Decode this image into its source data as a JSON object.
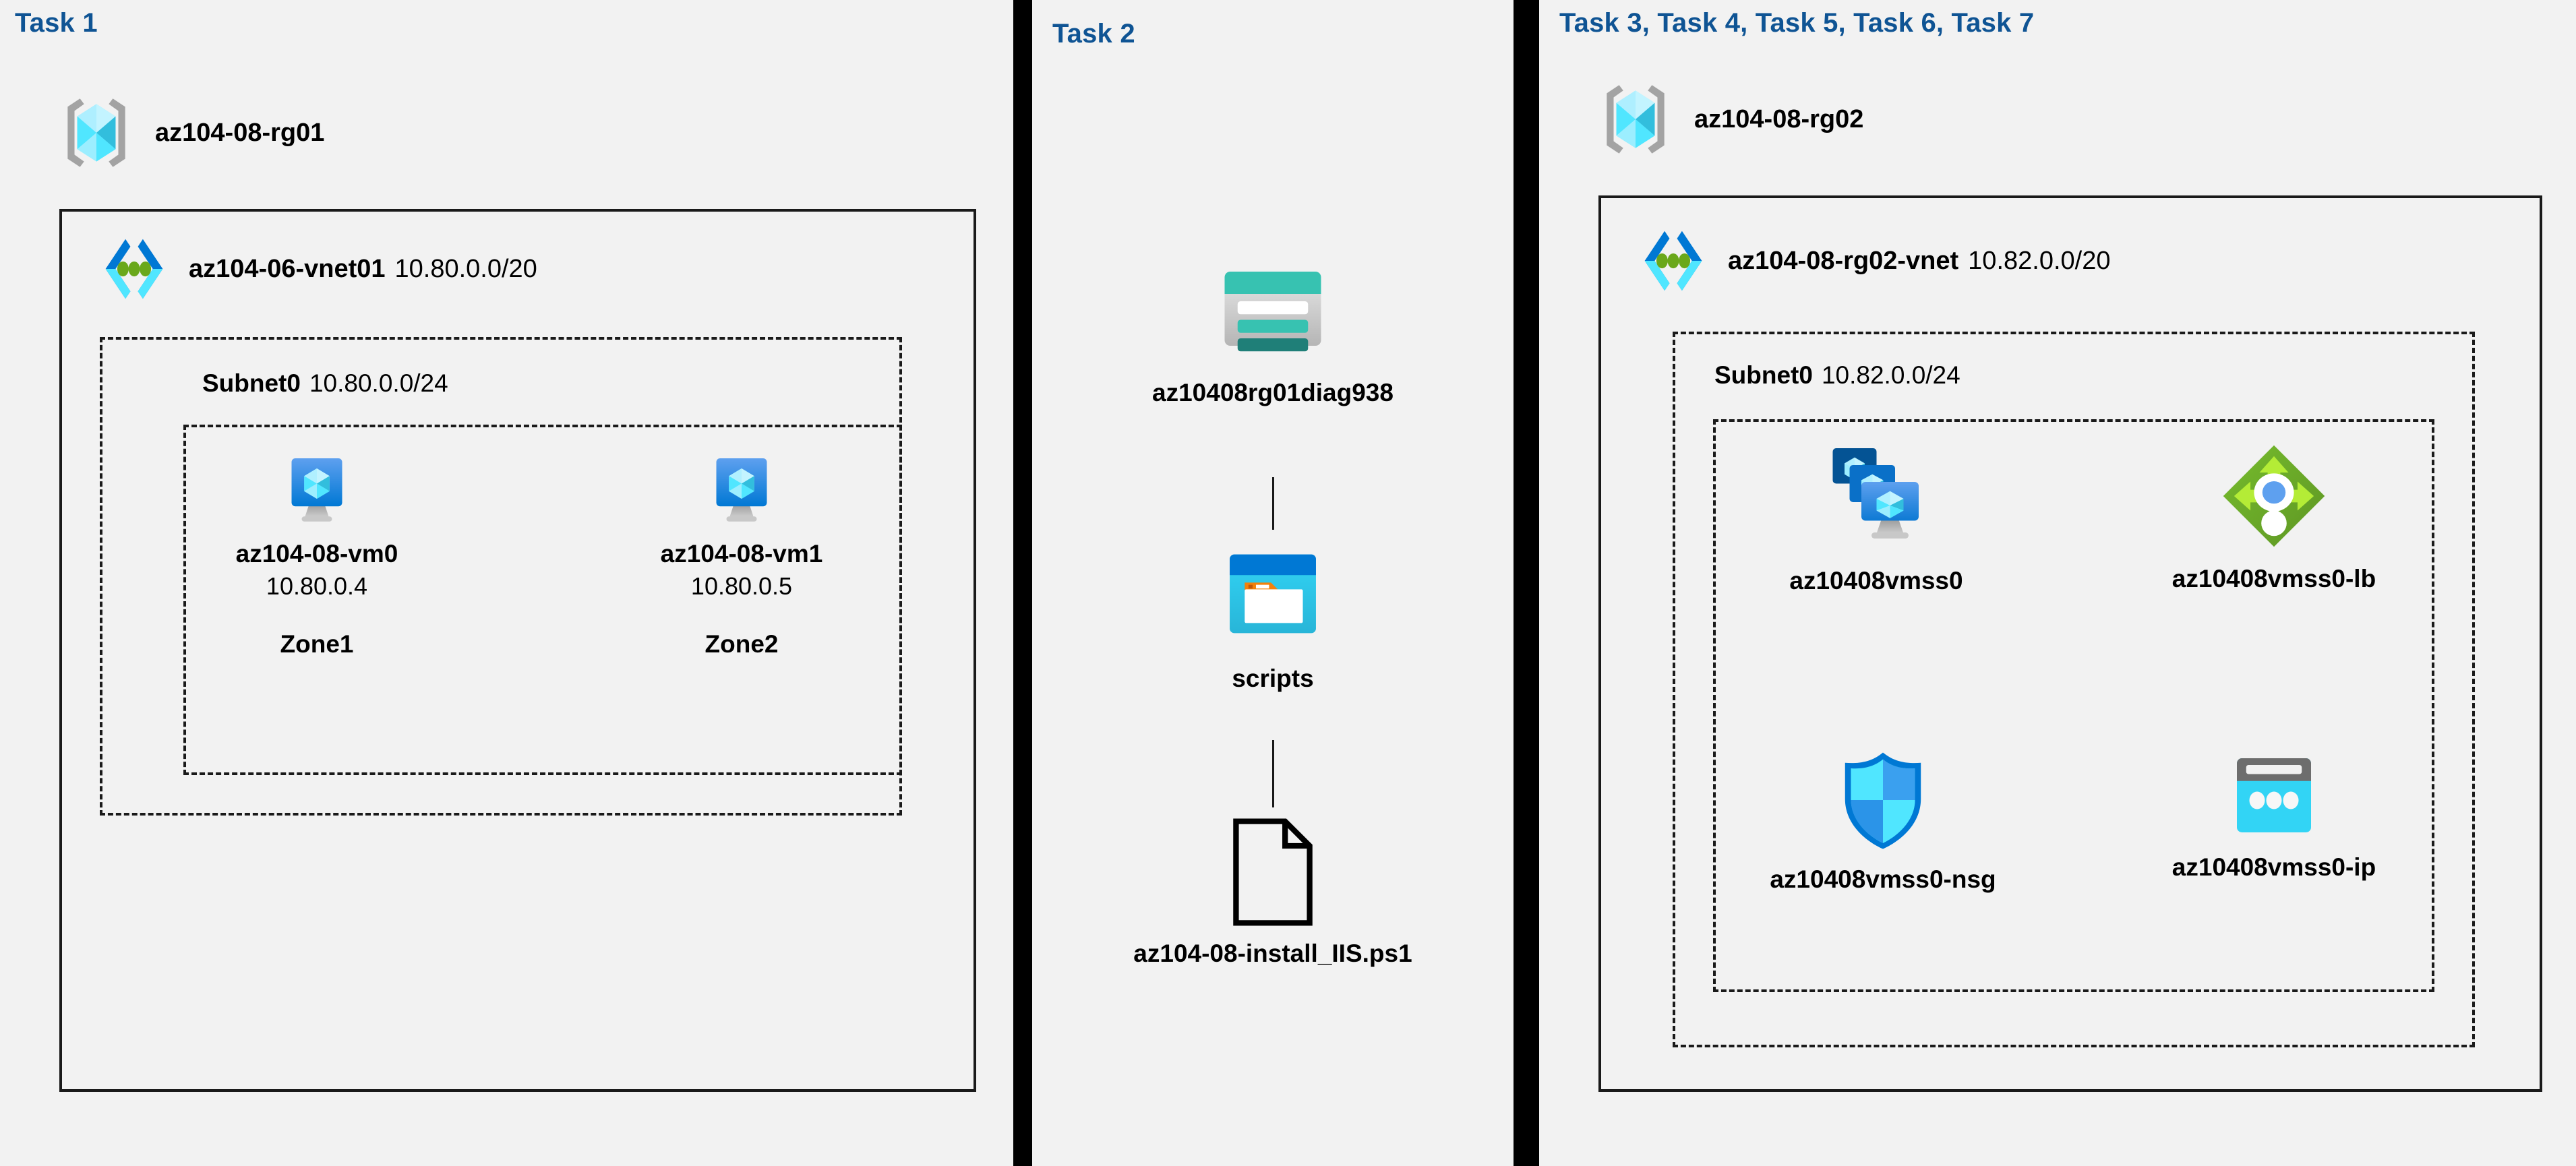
{
  "colors": {
    "background": "#f2f2f2",
    "title": "#0f5494",
    "stroke": "#1a1a1a",
    "azure_blue": "#0078d4",
    "azure_cyan": "#50e6ff",
    "storage_teal": "#37c2b1",
    "storage_teal_dark": "#1f7f78",
    "lb_green": "#5e9624",
    "lb_green_light": "#b4ec36",
    "pip_grey": "#6d6d6d"
  },
  "panels": [
    {
      "id": "task1",
      "title": "Task 1",
      "resource_group": {
        "name": "az104-08-rg01",
        "icon": "resource-group-icon"
      },
      "vnet": {
        "name": "az104-06-vnet01",
        "cidr": "10.80.0.0/20",
        "icon": "virtual-network-icon"
      },
      "subnet": {
        "name": "Subnet0",
        "cidr": "10.80.0.0/24"
      },
      "vms": [
        {
          "icon": "virtual-machine-icon",
          "name": "az104-08-vm0",
          "ip": "10.80.0.4",
          "zone": "Zone1"
        },
        {
          "icon": "virtual-machine-icon",
          "name": "az104-08-vm1",
          "ip": "10.80.0.5",
          "zone": "Zone2"
        }
      ]
    },
    {
      "id": "task2",
      "title": "Task 2",
      "nodes": [
        {
          "icon": "storage-account-icon",
          "name": "az10408rg01diag938"
        },
        {
          "icon": "blob-container-icon",
          "name": "scripts"
        },
        {
          "icon": "file-icon",
          "name": "az104-08-install_IIS.ps1"
        }
      ]
    },
    {
      "id": "task3",
      "title": "Task 3, Task 4, Task 5, Task 6, Task 7",
      "resource_group": {
        "name": "az104-08-rg02",
        "icon": "resource-group-icon"
      },
      "vnet": {
        "name": "az104-08-rg02-vnet",
        "cidr": "10.82.0.0/20",
        "icon": "virtual-network-icon"
      },
      "subnet": {
        "name": "Subnet0",
        "cidr": "10.82.0.0/24"
      },
      "resources": [
        {
          "icon": "vm-scale-set-icon",
          "name": "az10408vmss0"
        },
        {
          "icon": "load-balancer-icon",
          "name": "az10408vmss0-lb"
        },
        {
          "icon": "network-security-group-icon",
          "name": "az10408vmss0-nsg"
        },
        {
          "icon": "public-ip-address-icon",
          "name": "az10408vmss0-ip"
        }
      ]
    }
  ]
}
